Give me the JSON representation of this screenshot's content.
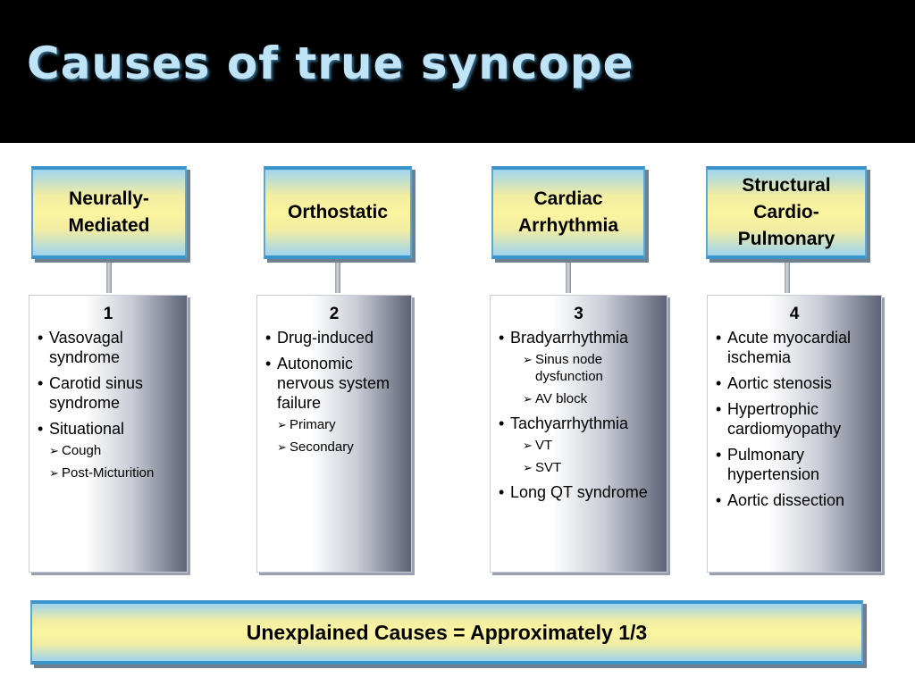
{
  "title": "Causes of true syncope",
  "categories": [
    {
      "header": "Neurally-\nMediated",
      "number": "1",
      "items": [
        {
          "text": "Vasovagal syndrome",
          "sub": []
        },
        {
          "text": "Carotid sinus syndrome",
          "sub": []
        },
        {
          "text": "Situational",
          "sub": [
            "Cough",
            "Post-Micturition"
          ]
        }
      ]
    },
    {
      "header": "Orthostatic",
      "number": "2",
      "items": [
        {
          "text": "Drug-induced",
          "sub": []
        },
        {
          "text": "Autonomic nervous system failure",
          "sub": [
            "Primary",
            "Secondary"
          ]
        }
      ]
    },
    {
      "header": "Cardiac\nArrhythmia",
      "number": "3",
      "items": [
        {
          "text": "Bradyarrhythmia",
          "sub": [
            "Sinus node dysfunction",
            "AV block"
          ]
        },
        {
          "text": "Tachyarrhythmia",
          "sub": [
            "VT",
            "SVT"
          ]
        },
        {
          "text": "Long QT syndrome",
          "sub": []
        }
      ]
    },
    {
      "header": "Structural\nCardio-\nPulmonary",
      "number": "4",
      "items": [
        {
          "text": "Acute myocardial ischemia",
          "sub": []
        },
        {
          "text": "Aortic stenosis",
          "sub": []
        },
        {
          "text": "Hypertrophic cardiomyopathy",
          "sub": []
        },
        {
          "text": "Pulmonary hypertension",
          "sub": []
        },
        {
          "text": "Aortic dissection",
          "sub": []
        }
      ]
    }
  ],
  "footer": "Unexplained Causes = Approximately 1/3"
}
